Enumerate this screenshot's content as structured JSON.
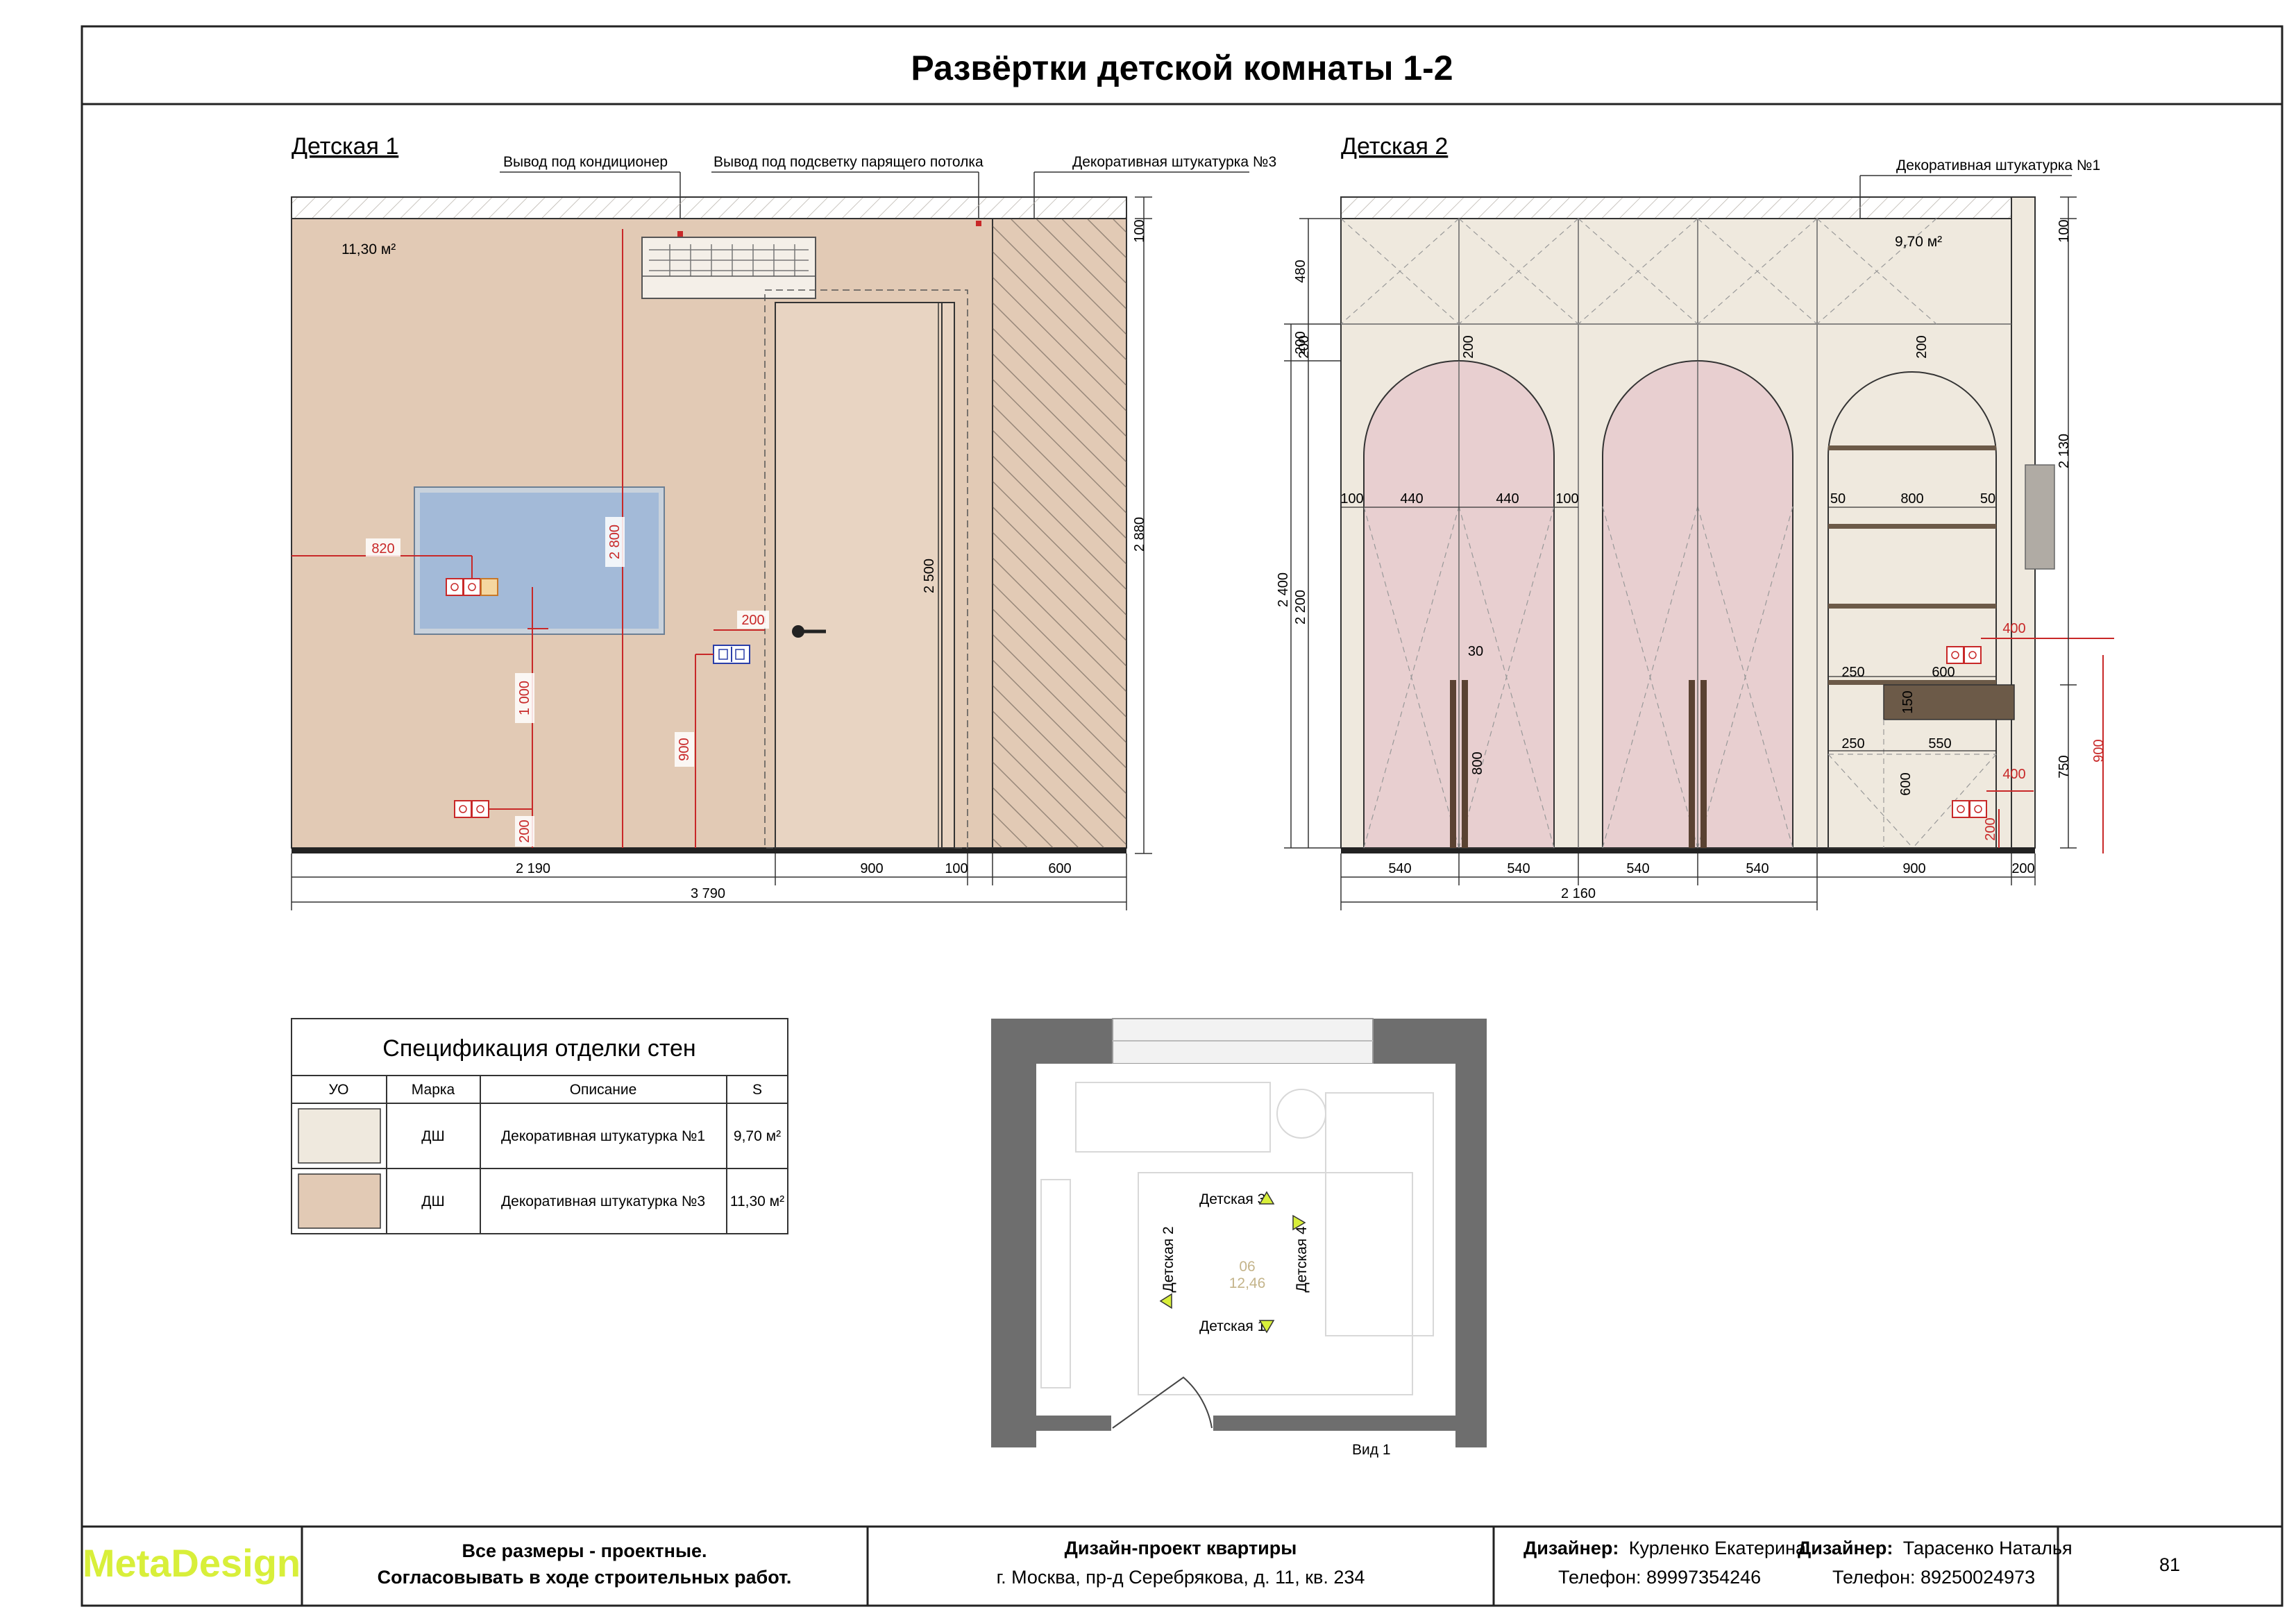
{
  "title": "Развёртки детской комнаты 1-2",
  "elevation_1": {
    "title": "Детская 1",
    "area": "11,30 м²",
    "callouts": [
      "Вывод под кондиционер",
      "Вывод под подсветку парящего потолка",
      "Декоративная штукатурка №3"
    ],
    "dims_bottom": [
      "2 190",
      "900",
      "100",
      "600"
    ],
    "dim_total": "3 790",
    "dim_820": "820",
    "dim_2800": "2 800",
    "dim_2500": "2 500",
    "dim_2880": "2 880",
    "dim_100": "100",
    "dim_1000": "1 000",
    "dim_900": "900",
    "dim_200a": "200",
    "dim_200b": "200"
  },
  "elevation_2": {
    "title": "Детская 2",
    "area": "9,70 м²",
    "callout": "Декоративная штукатурка №1",
    "dims_bottom": [
      "540",
      "540",
      "540",
      "540",
      "900",
      "200"
    ],
    "dim_total": "2 160",
    "dims_left": [
      "480",
      "200",
      "2 400",
      "2 200"
    ],
    "dims_right": [
      "100",
      "2 130",
      "750",
      "900"
    ],
    "dims_arch": [
      "200",
      "200",
      "200"
    ],
    "dims_row": [
      "100",
      "440",
      "440",
      "100",
      "50",
      "800",
      "50"
    ],
    "dims_shelf": [
      "400",
      "250",
      "600",
      "150",
      "250",
      "550",
      "400",
      "600",
      "200"
    ],
    "dim_handle_w": "30",
    "dim_handle_h": "800"
  },
  "spec": {
    "title": "Спецификация отделки стен",
    "headers": [
      "УО",
      "Марка",
      "Описание",
      "S"
    ],
    "rows": [
      {
        "swatch": "#efe9de",
        "mark": "ДШ",
        "desc": "Декоративная штукатурка №1",
        "area": "9,70 м²"
      },
      {
        "swatch": "#e2cab5",
        "mark": "ДШ",
        "desc": "Декоративная штукатурка №3",
        "area": "11,30 м²"
      }
    ]
  },
  "plan": {
    "labels": [
      "Детская 3",
      "Детская 1",
      "Детская 2",
      "Детская 4"
    ],
    "room_num": "06",
    "room_area": "12,46",
    "view_label": "Вид 1"
  },
  "footer": {
    "logo": "MetaDesign",
    "note1": "Все размеры - проектные.",
    "note2": "Согласовывать в ходе строительных работ.",
    "project_title": "Дизайн-проект квартиры",
    "address": "г. Москва, пр-д Серебрякова, д. 11, кв. 234",
    "designer_label": "Дизайнер:",
    "designer1_name": "Курленко Екатерина",
    "designer1_phone": "Телефон: 89997354246",
    "designer2_name": "Тарасенко Наталья",
    "designer2_phone": "Телефон: 89250024973",
    "page": "81"
  },
  "colors": {
    "wall_beige": "#e2cab5",
    "wall_cream": "#efe9de",
    "arch_pink": "#e8cfd0",
    "tv_blue": "#a3bad8",
    "dim_red": "#c82828",
    "logo_green": "#d8ef3a",
    "frame": "#222222",
    "plan_wall": "#6e6e6e"
  }
}
